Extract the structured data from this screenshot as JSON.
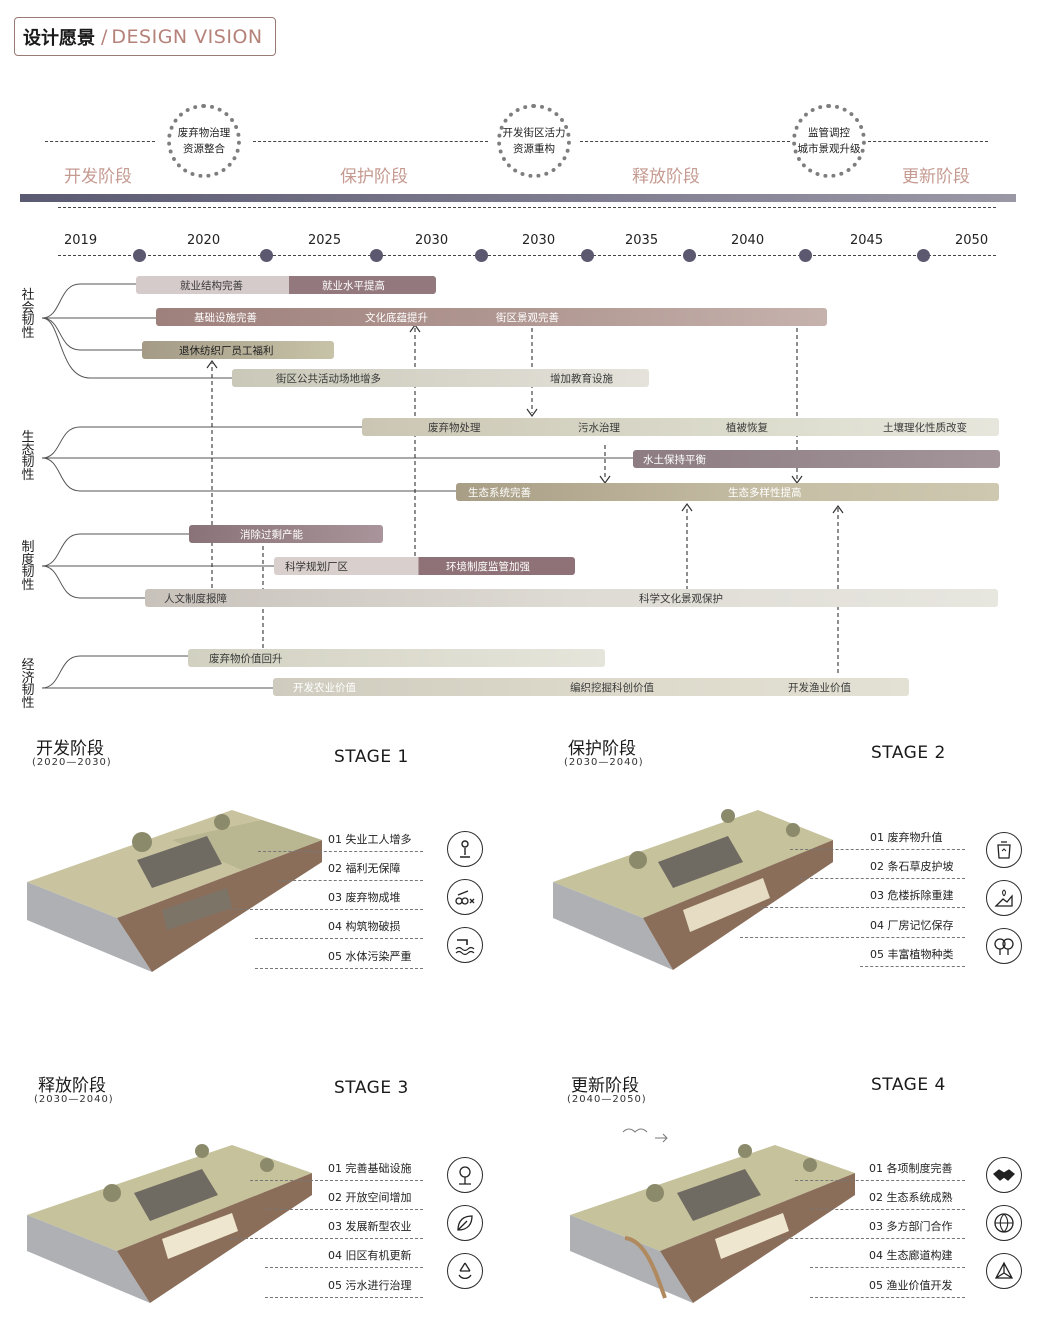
{
  "header": {
    "title_cn": "设计愿景",
    "separator": "/",
    "title_en": "DESIGN VISION"
  },
  "phases": [
    {
      "label": "开发阶段"
    },
    {
      "label": "保护阶段"
    },
    {
      "label": "释放阶段"
    },
    {
      "label": "更新阶段"
    }
  ],
  "milestones": [
    {
      "line1": "废弃物治理",
      "line2": "资源整合"
    },
    {
      "line1": "开发街区活力",
      "line2": "资源重构"
    },
    {
      "line1": "监管调控",
      "line2": "城市景观升级"
    }
  ],
  "years": [
    "2019",
    "2020",
    "2025",
    "2030",
    "2030",
    "2035",
    "2040",
    "2045",
    "2050"
  ],
  "categories": {
    "social": "社会韧性",
    "eco": "生态韧性",
    "system": "制度韧性",
    "economy": "经济韧性"
  },
  "bars": {
    "b1a": "就业结构完善",
    "b1b": "就业水平提高",
    "b2a": "基础设施完善",
    "b2b": "文化底蕴提升",
    "b2c": "街区景观完善",
    "b3": "退休纺织厂员工福利",
    "b4a": "街区公共活动场地增多",
    "b4b": "增加教育设施",
    "b5a": "废弃物处理",
    "b5b": "污水治理",
    "b5c": "植被恢复",
    "b5d": "土壤理化性质改变",
    "b6": "水土保持平衡",
    "b7a": "生态系统完善",
    "b7b": "生态多样性提高",
    "b8": "消除过剩产能",
    "b9a": "科学规划厂区",
    "b9b": "环境制度监管加强",
    "b10a": "人文制度报障",
    "b10b": "科学文化景观保护",
    "b11": "废弃物价值回升",
    "b12a": "开发农业价值",
    "b12b": "编织挖掘科创价值",
    "b12c": "开发渔业价值"
  },
  "stages": [
    {
      "cn": "开发阶段",
      "years": "(2020—2030)",
      "en": "STAGE 1",
      "items": [
        "01 失业工人增多",
        "02 福利无保障",
        "03  废弃物成堆",
        "04  构筑物破损",
        "05  水体污染严重"
      ],
      "icons": [
        "worker-location-icon",
        "waste-pipes-icon",
        "water-pollution-icon"
      ]
    },
    {
      "cn": "保护阶段",
      "years": "(2030—2040)",
      "en": "STAGE 2",
      "items": [
        "01  废弃物升值",
        "02 条石草皮护坡",
        "03 危楼拆除重建",
        "04 厂房记忆保存",
        "05 丰富植物种类"
      ],
      "icons": [
        "recycle-bin-icon",
        "slope-plant-icon",
        "trees-icon"
      ]
    },
    {
      "cn": "释放阶段",
      "years": "(2030—2040)",
      "en": "STAGE 3",
      "items": [
        "01 完善基础设施",
        "02 开放空间增加",
        "03 发展新型农业",
        "04 旧区有机更新",
        "05  污水进行治理"
      ],
      "icons": [
        "tree-icon",
        "leaf-icon",
        "recycle-icon"
      ]
    },
    {
      "cn": "更新阶段",
      "years": "(2040—2050)",
      "en": "STAGE 4",
      "items": [
        "01 各项制度完善",
        "02 生态系统成熟",
        "03 多方部门合作",
        "04 生态廊道构建",
        "05 渔业价值开发"
      ],
      "icons": [
        "handshake-icon",
        "globe-icon",
        "network-icon"
      ]
    }
  ],
  "colors": {
    "accent": "#c59a91",
    "bar_dark": "#9e8580",
    "bar_mauve": "#8e7a80",
    "bar_beige": "#c8c4ae",
    "bar_light": "#dcdacf"
  }
}
